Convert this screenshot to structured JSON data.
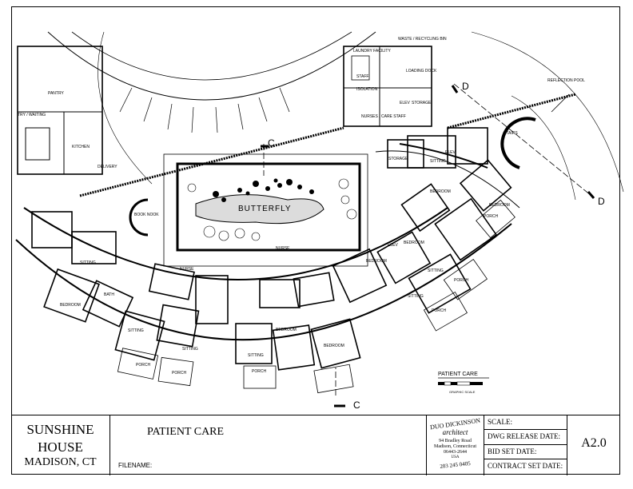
{
  "plan": {
    "labels": {
      "butterfly": "BUTTERFLY",
      "reflection_pool": "REFLECTION POOL",
      "stairs": "STAIRS",
      "laundry": "LAUNDRY FACILITY",
      "waste": "WASTE / RECYCLING BIN",
      "loading": "LOADING DOCK",
      "staff": "STAFF",
      "isolation": "ISOLATION",
      "nurses": "NURSES / CARE STAFF",
      "elev": "ELEV",
      "storage": "STORAGE",
      "sitting": "SITTING",
      "bedroom": "BEDROOM",
      "porch": "PORCH",
      "bath": "BATH",
      "pantry": "PANTRY",
      "kitchen": "KITCHEN",
      "delivery": "DELIVERY",
      "entry": "TRY / WAITING",
      "book_nook": "BOOK NOOK",
      "nurse": "NURSE"
    },
    "section_markers": {
      "c": "C",
      "d": "D"
    },
    "legend": {
      "title": "PATIENT CARE",
      "scale_caption": "GRAPHIC SCALE"
    }
  },
  "title_block": {
    "project_line1": "SUNSHINE",
    "project_line2": "HOUSE",
    "project_line3": "MADISON, CT",
    "sheet_title": "PATIENT CARE",
    "filename_label": "FILENAME:",
    "firm_name": "DUO DICKINSON",
    "firm_sub": "architect",
    "firm_address1": "94 Bradley Road",
    "firm_address2": "Madison, Connecticut",
    "firm_address3": "06443-2644",
    "firm_address4": "USA",
    "firm_phone": "203 245 0405",
    "scale_label": "SCALE:",
    "release_label": "DWG RELEASE DATE:",
    "bid_label": "BID SET DATE:",
    "contract_label": "CONTRACT SET DATE:",
    "sheet_number": "A2.0"
  }
}
